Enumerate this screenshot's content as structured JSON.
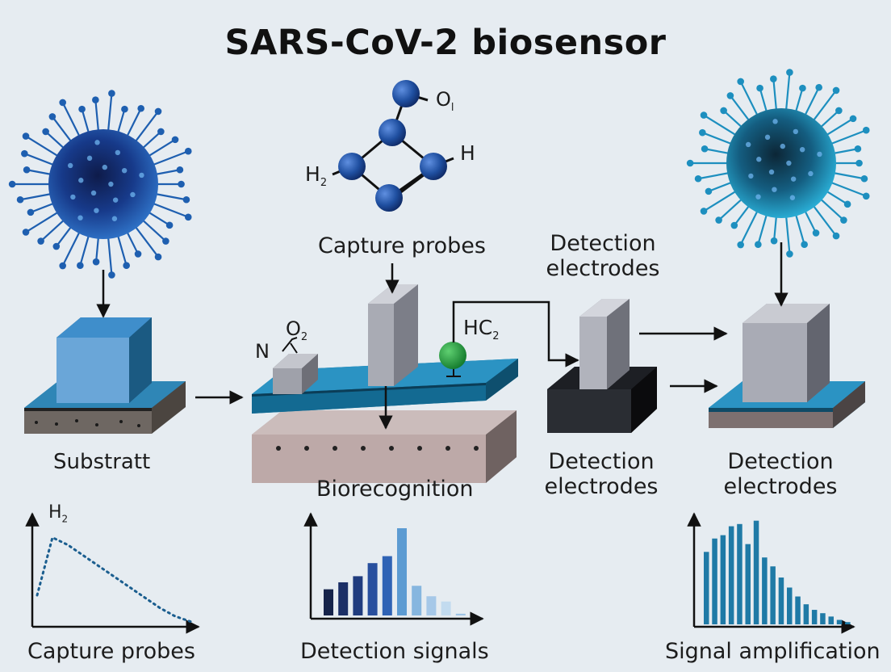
{
  "title": "SARS-CoV-2 biosensor",
  "labels": {
    "molecule_o": "O",
    "molecule_o_sub": "l",
    "molecule_h": "H",
    "molecule_h2": "H",
    "molecule_h2_sub": "2",
    "capture_probes_top": "Capture probes",
    "detection_electrodes_top_1": "Detection",
    "detection_electrodes_top_2": "electrodes",
    "no2_n": "N",
    "no2_o": "O",
    "no2_sub": "2",
    "hc2": "HC",
    "hc2_sub": "2",
    "substrate": "Substratt",
    "biorecognition": "Biorecognition",
    "detection_electrodes_mid_1": "Detection",
    "detection_electrodes_mid_2": "electrodes",
    "detection_electrodes_right_1": "Detection",
    "detection_electrodes_right_2": "electrodes",
    "h2_peak": "H",
    "h2_peak_sub": "2",
    "capture_probes_bottom": "Capture probes",
    "detection_signals": "Detection signals",
    "signal_amplification": "Signal amplification"
  },
  "colors": {
    "virus_left": "#1e5fb0",
    "virus_right": "#1d8fbf",
    "platform_teal": "#1f7ea6",
    "probe_gray": "#a7a9b3",
    "green_marker": "#1e9a3a",
    "atom_blue": "#1f4fa0"
  },
  "chart_data": [
    {
      "type": "line",
      "x": [
        0,
        1,
        2,
        3,
        4,
        5,
        6,
        7,
        8,
        9,
        10
      ],
      "y": [
        0.3,
        0.85,
        0.78,
        0.68,
        0.58,
        0.48,
        0.38,
        0.28,
        0.18,
        0.1,
        0.05
      ],
      "title": "",
      "xlabel": "Capture probes",
      "ylabel": "",
      "annotations": [
        "H2"
      ],
      "grid": false,
      "style": "dotted"
    },
    {
      "type": "bar",
      "values": [
        0.3,
        0.38,
        0.45,
        0.6,
        0.68,
        1.0,
        0.34,
        0.22,
        0.16,
        0.02
      ],
      "colors": [
        "#15234a",
        "#1b2f66",
        "#203c7e",
        "#284f9e",
        "#2f63b5",
        "#5c9bd2",
        "#86b6df",
        "#a6c8e8",
        "#c2dbef",
        "#9fc4e6"
      ],
      "title": "",
      "xlabel": "Detection signals",
      "ylabel": "",
      "grid": false
    },
    {
      "type": "bar",
      "values": [
        0.65,
        0.77,
        0.8,
        0.88,
        0.9,
        0.72,
        0.93,
        0.6,
        0.52,
        0.42,
        0.33,
        0.25,
        0.18,
        0.13,
        0.1,
        0.07,
        0.04,
        0.02
      ],
      "color": "#1f7aa6",
      "title": "",
      "xlabel": "Signal amplification",
      "ylabel": "",
      "grid": false
    }
  ]
}
